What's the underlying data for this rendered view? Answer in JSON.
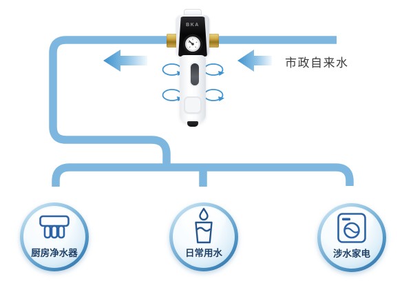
{
  "device": {
    "brand": "BKA",
    "name": "whole-house-prefilter"
  },
  "source": {
    "label": "市政自来水"
  },
  "outlets": [
    {
      "id": "kitchen-purifier",
      "label": "厨房净水器",
      "icon": "water-purifier-icon"
    },
    {
      "id": "daily-water",
      "label": "日常用水",
      "icon": "water-glass-icon"
    },
    {
      "id": "water-appliances",
      "label": "涉水家电",
      "icon": "washing-machine-icon"
    }
  ],
  "colors": {
    "pipe": "#7db7df",
    "flow_arrow_head": "#3e92cd",
    "rotation_arrow": "#3f93d0",
    "outlet_label": "#1d4168",
    "icon_stroke": "#2b63a6",
    "source_label": "#3c3c3c",
    "brass_fitting": "#c49a36"
  }
}
